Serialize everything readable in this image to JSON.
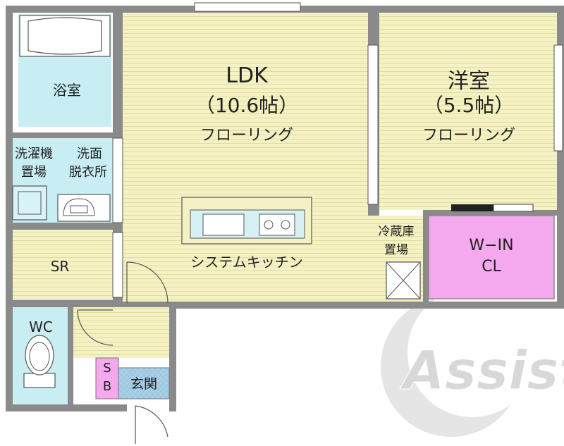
{
  "rooms": {
    "ldk": {
      "name": "LDK",
      "size": "（10.6帖）",
      "floor": "フローリング"
    },
    "western": {
      "name": "洋室",
      "size": "（5.5帖）",
      "floor": "フローリング"
    },
    "bath": {
      "name": "浴室"
    },
    "laundry": {
      "line1": "洗濯機",
      "line2": "置場"
    },
    "washroom": {
      "line1": "洗面",
      "line2": "脱衣所"
    },
    "sr": {
      "name": "SR"
    },
    "wc": {
      "name": "WC"
    },
    "kitchen": {
      "name": "システムキッチン"
    },
    "fridge": {
      "line1": "冷蔵庫",
      "line2": "置場"
    },
    "closet": {
      "line1": "W−IN",
      "line2": "CL"
    },
    "shoebox": {
      "line1": "S",
      "line2": "B"
    },
    "entrance": {
      "name": "玄関"
    }
  },
  "watermark": {
    "text": "Assist"
  },
  "colors": {
    "wall": "#8a8a8a",
    "floor": "#f4f2c4",
    "floor_line": "#e2dd9a",
    "wet_area": "#c8eef4",
    "closet": "#f4a8ee",
    "entrance_tile": "#a8d0e8",
    "watermark": "#e3e3e3"
  }
}
